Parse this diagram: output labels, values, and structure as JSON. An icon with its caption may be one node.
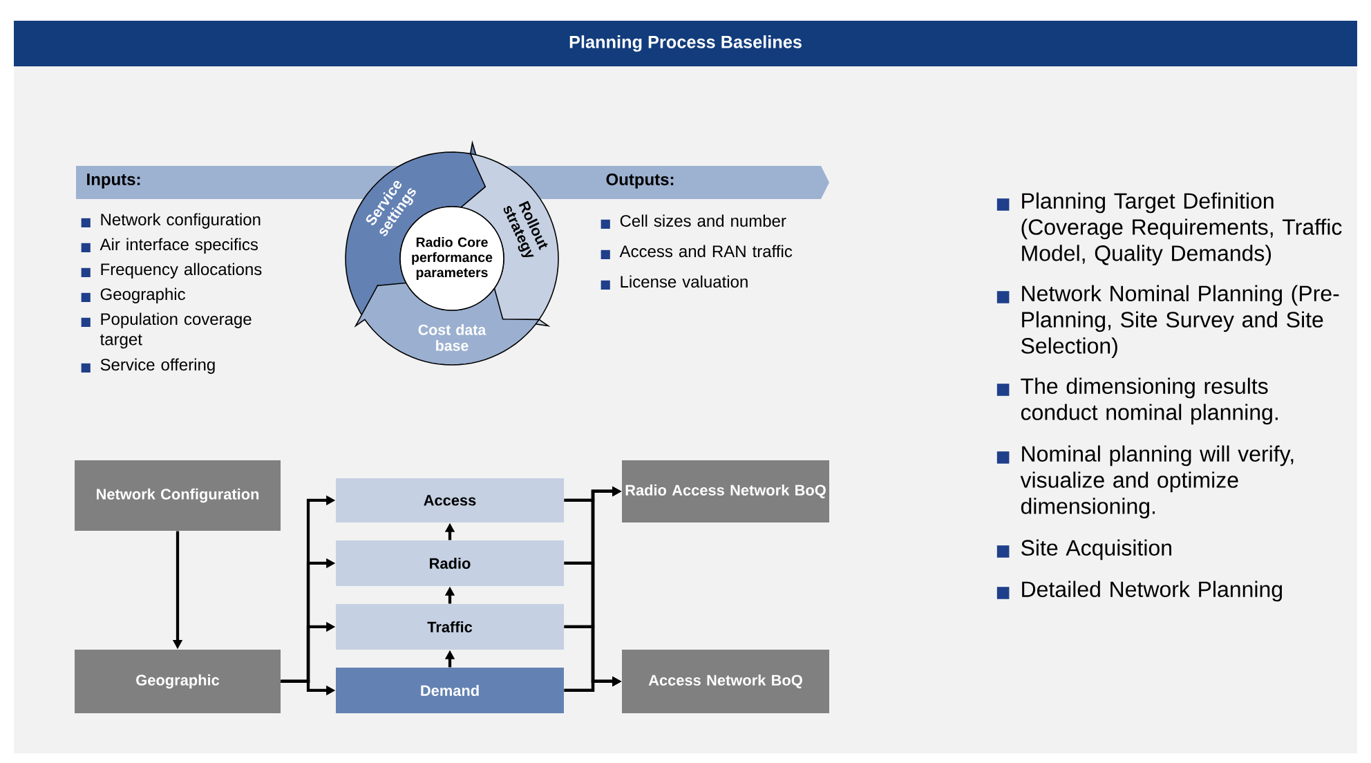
{
  "diagram": {
    "title": "Planning Process Baselines",
    "nodes": [
      {
        "text": [
          "Network Configuration"
        ]
      },
      {
        "text": [
          "Geographic"
        ]
      },
      {
        "text": [
          "Access"
        ]
      },
      {
        "text": [
          "Radio"
        ]
      },
      {
        "text": [
          "Traffic"
        ]
      },
      {
        "text": [
          "Demand"
        ]
      },
      {
        "text": [
          "Radio Access Network BoQ"
        ]
      },
      {
        "text": [
          "Access Network BoQ"
        ]
      },
      {
        "text": [
          "Inputs:",
          "Outputs:"
        ]
      },
      {
        "text": [
          "Service settings"
        ]
      },
      {
        "text": [
          "Rollout strategy"
        ]
      },
      {
        "text": [
          "Cost data base"
        ]
      },
      {
        "text": [
          "Radio Core performance parameters"
        ]
      }
    ],
    "edges": [
      {
        "from": 0,
        "to": 1,
        "arrow": "to"
      },
      {
        "from": 1,
        "to": 2,
        "arrow": "to"
      },
      {
        "from": 1,
        "to": 3,
        "arrow": "to"
      },
      {
        "from": 1,
        "to": 4,
        "arrow": "to"
      },
      {
        "from": 1,
        "to": 5,
        "arrow": "to"
      },
      {
        "from": 5,
        "to": 4,
        "arrow": "to"
      },
      {
        "from": 4,
        "to": 3,
        "arrow": "to"
      },
      {
        "from": 3,
        "to": 2,
        "arrow": "to"
      },
      {
        "from": 2,
        "to": 6,
        "arrow": "to"
      },
      {
        "from": 3,
        "to": 6,
        "arrow": "to"
      },
      {
        "from": 4,
        "to": 6,
        "arrow": "to"
      },
      {
        "from": 5,
        "to": 6,
        "arrow": "to"
      },
      {
        "from": 2,
        "to": 7,
        "arrow": "to"
      },
      {
        "from": 3,
        "to": 7,
        "arrow": "to"
      },
      {
        "from": 4,
        "to": 7,
        "arrow": "to"
      },
      {
        "from": 5,
        "to": 7,
        "arrow": "to"
      }
    ],
    "labels": [
      "Network configuration",
      "Air interface specifics",
      "Frequency allocations",
      "Geographic",
      "Population coverage target",
      "Service offering",
      "Cell sizes and number",
      "Access and RAN traffic",
      "License valuation",
      "Planning Target Definition (Coverage Requirements, Traffic Model, Quality Demands)",
      "Network Nominal Planning (Pre-Planning, Site Survey and Site Selection)",
      "The dimensioning results conduct nominal planning.",
      "Nominal planning will verify, visualize and optimize dimensioning.",
      "Site Acquisition",
      "Detailed Network Planning"
    ]
  }
}
